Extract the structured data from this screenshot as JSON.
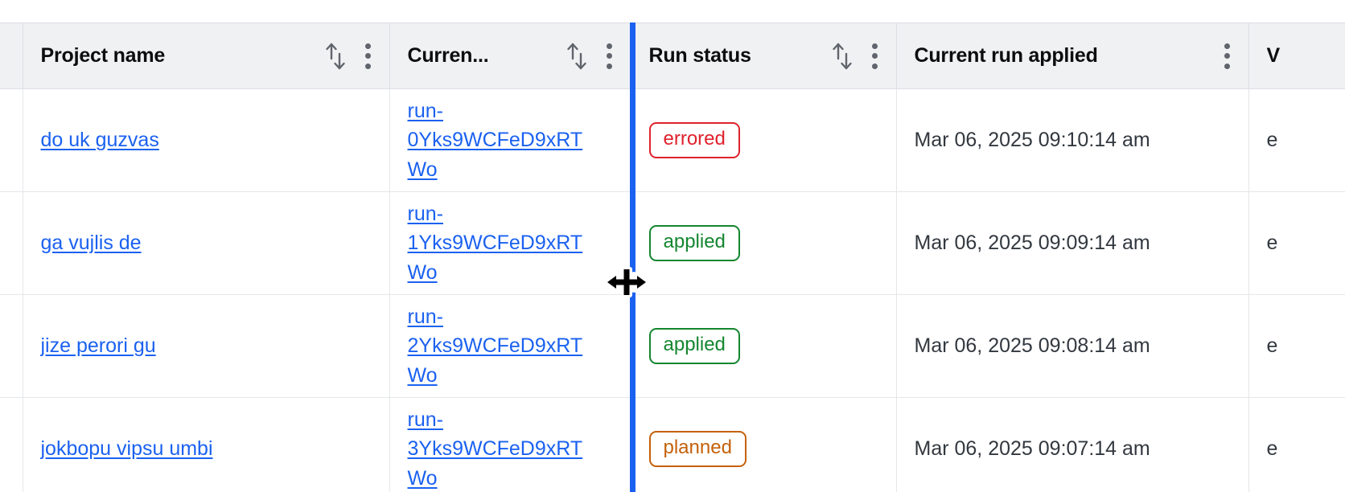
{
  "table": {
    "columns": [
      {
        "key": "project_name",
        "label": "Project name",
        "has_sort": true,
        "has_menu": true,
        "truncated": false
      },
      {
        "key": "current_run",
        "label": "Curren...",
        "has_sort": true,
        "has_menu": true,
        "truncated": true
      },
      {
        "key": "run_status",
        "label": "Run status",
        "has_sort": true,
        "has_menu": true,
        "truncated": false
      },
      {
        "key": "current_run_applied",
        "label": "Current run applied",
        "has_sort": false,
        "has_menu": true,
        "truncated": false
      },
      {
        "key": "vcs_col_partial",
        "label": "V",
        "has_sort": false,
        "has_menu": false,
        "truncated": true
      }
    ],
    "rows": [
      {
        "project_name": "do uk guzvas",
        "current_run": "run-0Yks9WCFeD9xRTWo",
        "run_status": "errored",
        "current_run_applied": "Mar 06, 2025 09:10:14 am",
        "vcs_partial": "e"
      },
      {
        "project_name": "ga vujlis de",
        "current_run": "run-1Yks9WCFeD9xRTWo",
        "run_status": "applied",
        "current_run_applied": "Mar 06, 2025 09:09:14 am",
        "vcs_partial": "e"
      },
      {
        "project_name": "jize perori gu",
        "current_run": "run-2Yks9WCFeD9xRTWo",
        "run_status": "applied",
        "current_run_applied": "Mar 06, 2025 09:08:14 am",
        "vcs_partial": "e"
      },
      {
        "project_name": "jokbopu vipsu umbi",
        "current_run": "run-3Yks9WCFeD9xRTWo",
        "run_status": "planned",
        "current_run_applied": "Mar 06, 2025 09:07:14 am",
        "vcs_partial": "e"
      }
    ]
  },
  "icons": {
    "sort": "sort-arrows-icon",
    "menu": "kebab-menu-icon",
    "cursor": "col-resize-cursor-icon"
  },
  "interaction": {
    "resizing_column": "Curren...",
    "resize_handle_x": 783
  },
  "colors": {
    "link": "#1b61f0",
    "resize_line": "#1b61f0",
    "header_bg": "#f0f1f3",
    "border": "#dcdee2",
    "row_border": "#e4e6e9",
    "status_errored": "#e0222c",
    "status_applied": "#14862f",
    "status_planned": "#c4610b",
    "text": "#32383f",
    "header_text": "#0b0d0e",
    "icon_gray": "#60646c"
  }
}
